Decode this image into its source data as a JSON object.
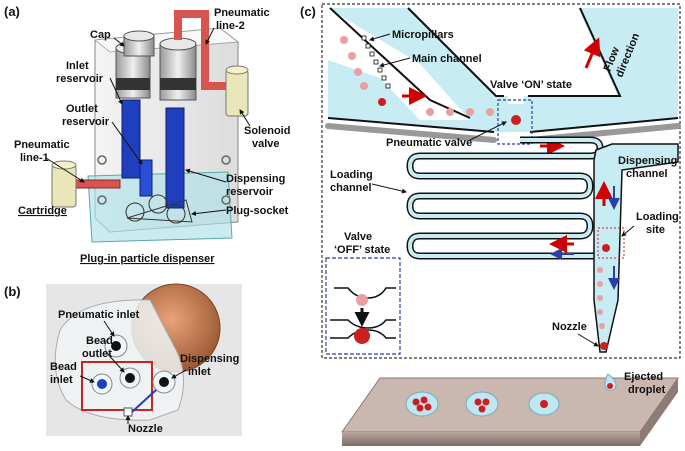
{
  "panels": {
    "a": "(a)",
    "b": "(b)",
    "c": "(c)"
  },
  "panel_a": {
    "cap": "Cap",
    "pneumatic_line_2": [
      "Pneumatic",
      "line-2"
    ],
    "inlet_reservoir": [
      "Inlet",
      "reservoir"
    ],
    "outlet_reservoir": [
      "Outlet",
      "reservoir"
    ],
    "pneumatic_line_1": [
      "Pneumatic",
      "line-1"
    ],
    "solenoid_valve": [
      "Solenoid",
      "valve"
    ],
    "dispensing_reservoir": [
      "Dispensing",
      "reservoir"
    ],
    "cartridge": "Cartridge",
    "plug_socket": "Plug-socket",
    "caption": "Plug-in particle dispenser"
  },
  "panel_b": {
    "pneumatic_inlet": "Pneumatic inlet",
    "bead_outlet": [
      "Bead",
      "outlet"
    ],
    "bead_inlet": [
      "Bead",
      "inlet"
    ],
    "dispensing_inlet": [
      "Dispensing",
      "inlet"
    ],
    "nozzle": "Nozzle"
  },
  "panel_c": {
    "micropillars": "Micropillars",
    "main_channel": "Main channel",
    "flow_direction": [
      "Flow",
      "direction"
    ],
    "valve_on": "Valve ‘ON’ state",
    "pneumatic_valve": "Pneumatic valve",
    "loading_channel": [
      "Loading",
      "channel"
    ],
    "dispensing_channel": [
      "Dispensing",
      "channel"
    ],
    "valve_off": [
      "Valve",
      "‘OFF’ state"
    ],
    "loading_site": [
      "Loading",
      "site"
    ],
    "nozzle": "Nozzle",
    "ejected_droplet": [
      "Ejected",
      "droplet"
    ]
  },
  "colors": {
    "channel_fill": "#c8ecf4",
    "pneumatic_red": "#d9534f",
    "reservoir_blue": "#1f3fbf",
    "bead_pink": "#e8a0a0",
    "bead_red": "#cc1f1f",
    "dash_blue": "#2b3fa8"
  }
}
